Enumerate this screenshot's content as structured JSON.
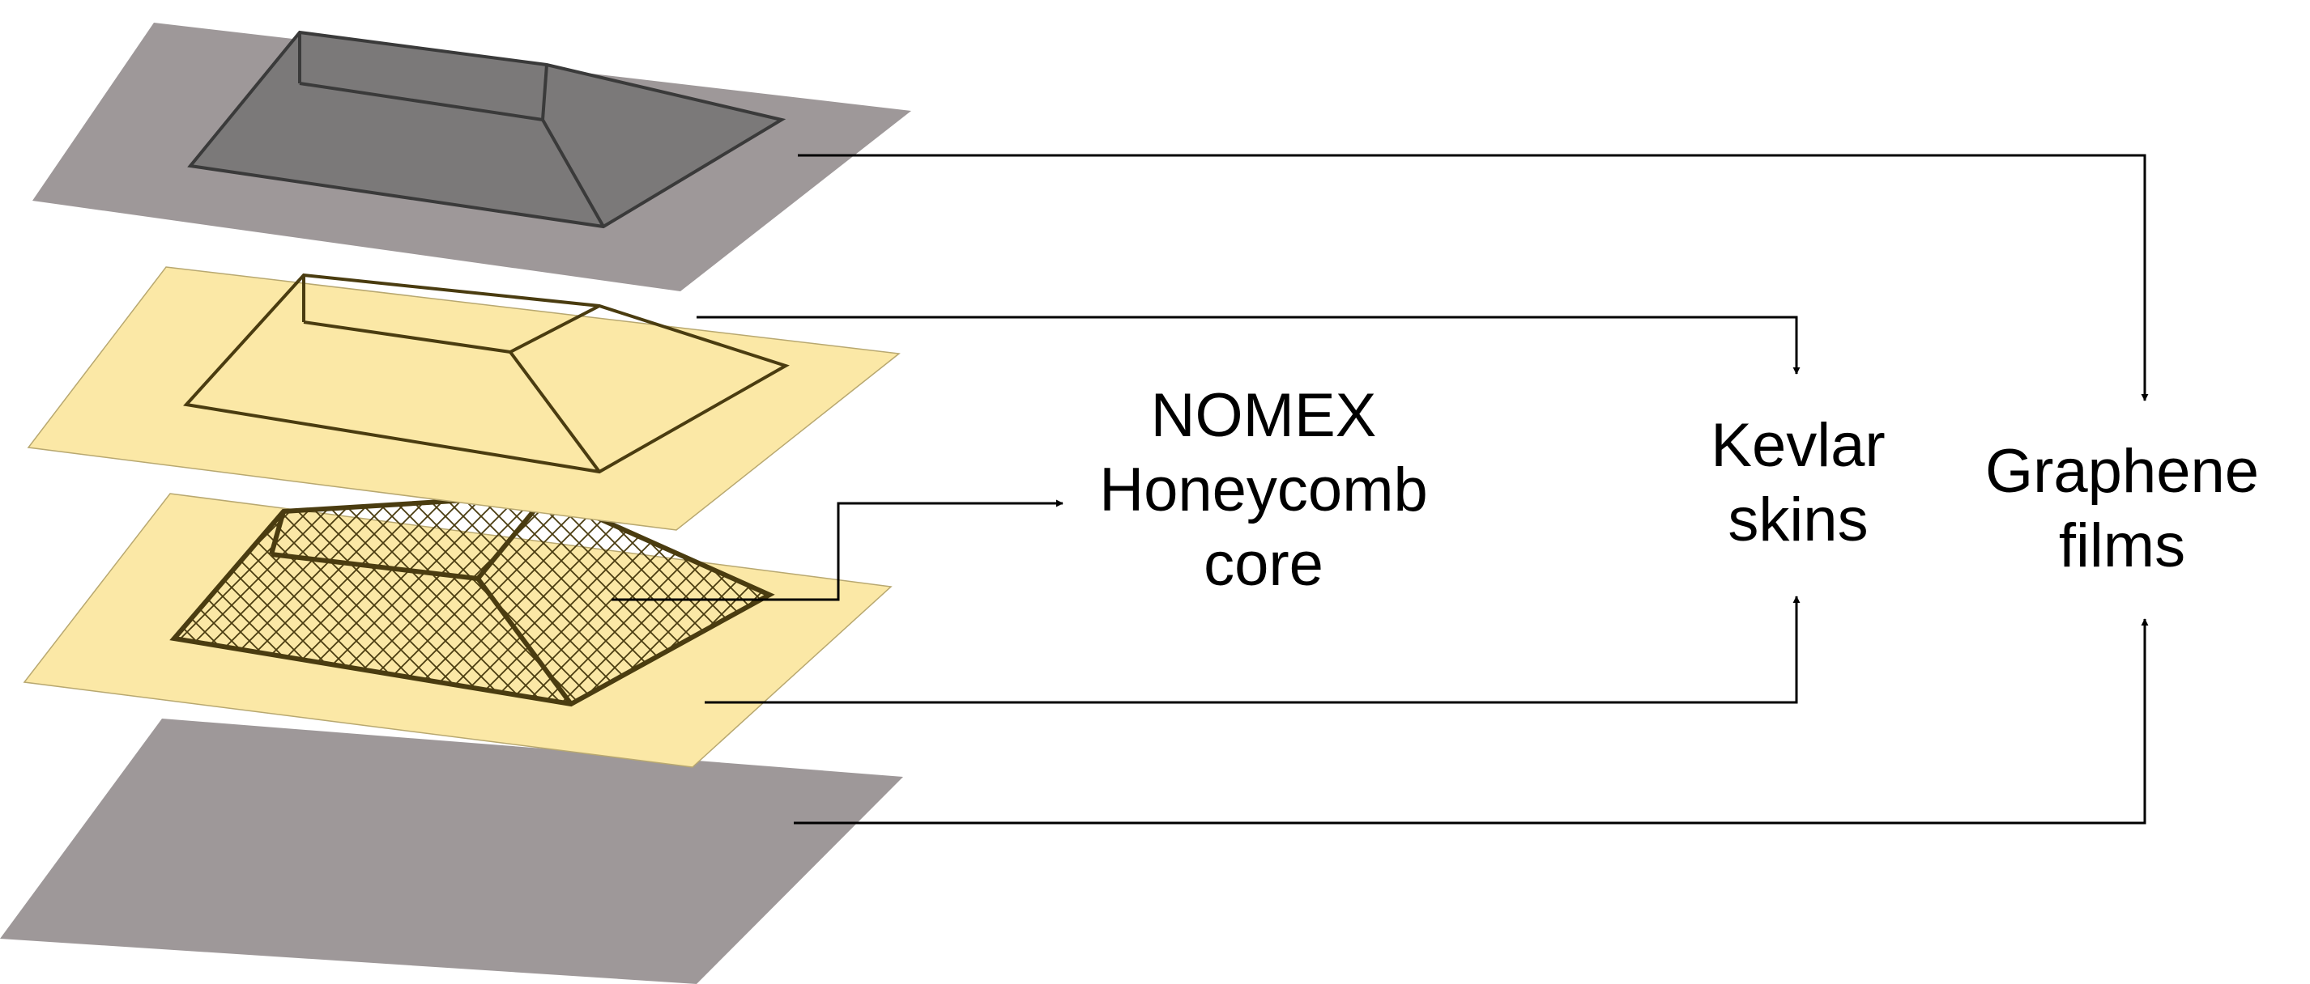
{
  "labels": {
    "nomex": {
      "line1": "NOMEX",
      "line2": "Honeycomb",
      "line3": "core"
    },
    "kevlar": {
      "line1": "Kevlar",
      "line2": "skins"
    },
    "graphene": {
      "line1": "Graphene",
      "line2": "films"
    }
  },
  "colors": {
    "graphene_sheet": "#9e9899",
    "graphene_pyramid": "#7b7979",
    "kevlar_sheet": "#fbe8a6",
    "honeycomb_line": "#4a3c10",
    "connector": "#000000"
  }
}
